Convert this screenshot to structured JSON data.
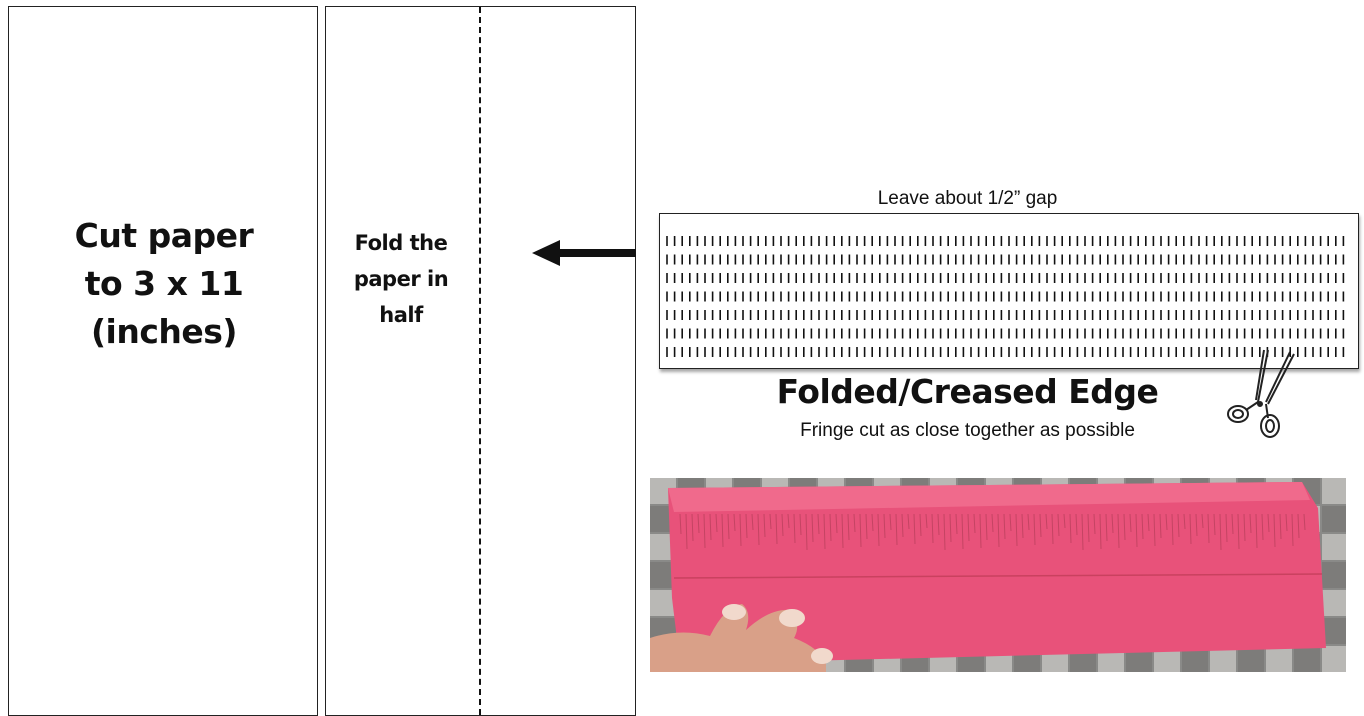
{
  "panels": {
    "cut_label": "Cut paper\nto 3 x 11\n(inches)",
    "fold_label": "Fold the\npaper in\nhalf"
  },
  "strip": {
    "gap_label": "Leave about 1/2” gap",
    "edge_label": "Folded/Creased Edge",
    "fringe_note": "Fringe cut as close together as possible",
    "fringe_rows": 7
  },
  "icons": {
    "arrow": "left-arrow-icon",
    "scissors": "scissors-icon"
  },
  "colors": {
    "ink": "#111111",
    "paper_pink": "#e8527a",
    "background": "#ffffff"
  }
}
